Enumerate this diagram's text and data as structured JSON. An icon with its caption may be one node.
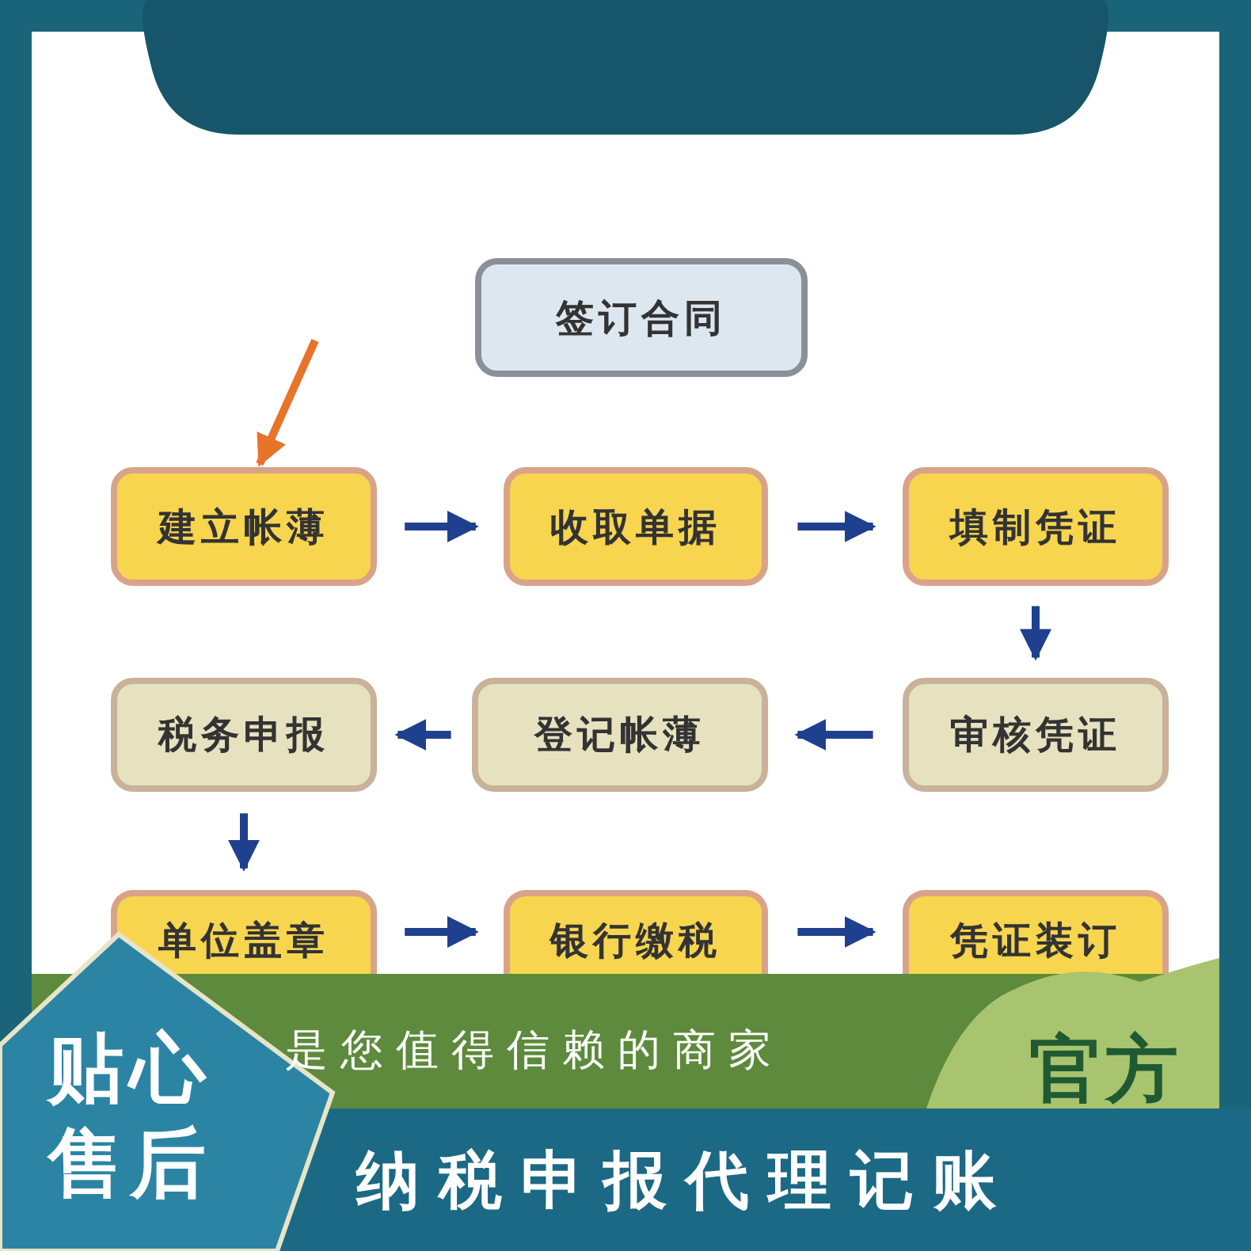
{
  "diagram": {
    "nodes": [
      {
        "text": [
          "签订合同"
        ]
      },
      {
        "text": [
          "建立帐薄"
        ]
      },
      {
        "text": [
          "收取单据"
        ]
      },
      {
        "text": [
          "填制凭证"
        ]
      },
      {
        "text": [
          "税务申报"
        ]
      },
      {
        "text": [
          "登记帐薄"
        ]
      },
      {
        "text": [
          "审核凭证"
        ]
      },
      {
        "text": [
          "单位盖章"
        ]
      },
      {
        "text": [
          "银行缴税"
        ]
      },
      {
        "text": [
          "凭证装订"
        ]
      }
    ],
    "edges": [
      {
        "from": null,
        "to": 1,
        "arrow": "to",
        "color": "#e8742a"
      },
      {
        "from": 1,
        "to": 2,
        "arrow": "to"
      },
      {
        "from": 2,
        "to": 3,
        "arrow": "to"
      },
      {
        "from": 3,
        "to": 6,
        "arrow": "to"
      },
      {
        "from": 6,
        "to": 5,
        "arrow": "to"
      },
      {
        "from": 5,
        "to": 4,
        "arrow": "to"
      },
      {
        "from": 4,
        "to": 7,
        "arrow": "to"
      },
      {
        "from": 7,
        "to": 8,
        "arrow": "to"
      },
      {
        "from": 8,
        "to": 9,
        "arrow": "to"
      }
    ],
    "labels": [
      "贴心售后",
      "是您值得信赖的商家",
      "官方",
      "纳税申报代理记账"
    ]
  }
}
